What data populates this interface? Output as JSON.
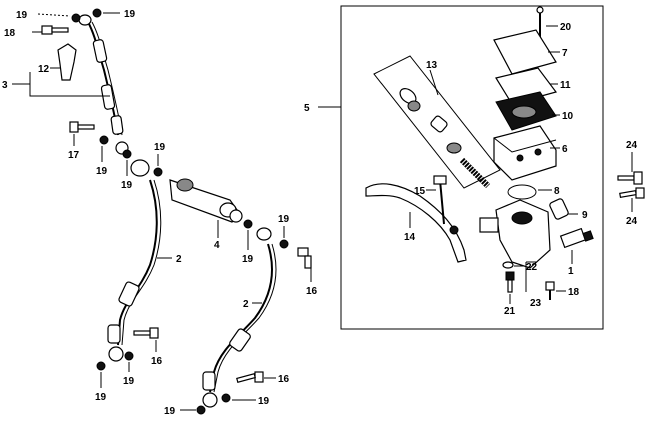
{
  "labels": {
    "l19a": "19",
    "l19b": "19",
    "l18a": "18",
    "l3": "3",
    "l12": "12",
    "l17": "17",
    "l19c": "19",
    "l19d": "19",
    "l19e": "19",
    "l4": "4",
    "l2a": "2",
    "l19f": "19",
    "l19g": "19",
    "l16a": "16",
    "l2b": "2",
    "l16b": "16",
    "l16c": "16",
    "l19h": "19",
    "l19i": "19",
    "l19j": "19",
    "l19k": "19",
    "l5": "5",
    "l13": "13",
    "l20": "20",
    "l7": "7",
    "l11": "11",
    "l10": "10",
    "l6": "6",
    "l15": "15",
    "l8": "8",
    "l9": "9",
    "l14": "14",
    "l22": "22",
    "l1": "1",
    "l21": "21",
    "l23": "23",
    "l18b": "18",
    "l24a": "24",
    "l24b": "24"
  }
}
